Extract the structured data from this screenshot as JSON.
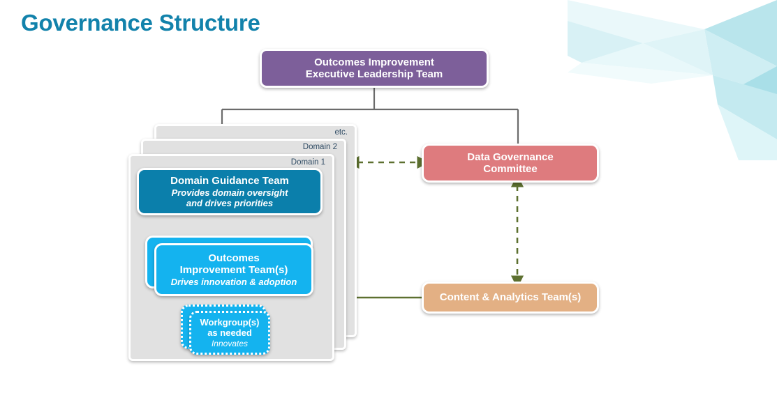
{
  "page": {
    "title": "Governance Structure",
    "title_color": "#1282ab",
    "background_color": "#ffffff"
  },
  "decor": {
    "name": "triangular-background-pattern",
    "colors": [
      "#ffffff",
      "#d6f0f3",
      "#b3e4ea",
      "#e9f7f9",
      "#c7eaf0"
    ]
  },
  "nodes": {
    "exec_team": {
      "line1": "Outcomes Improvement",
      "line2": "Executive Leadership Team",
      "color": "#7d5f9a"
    },
    "data_governance": {
      "line1": "Data Governance",
      "line2": "Committee",
      "color": "#de7b7e"
    },
    "content_analytics": {
      "label": "Content & Analytics Team(s)",
      "color": "#e3b084"
    },
    "domain_guidance": {
      "title": "Domain Guidance Team",
      "sub_line1": "Provides domain oversight",
      "sub_line2": "and drives priorities",
      "color": "#0b7fab"
    },
    "outcomes_improvement": {
      "line1": "Outcomes",
      "line2": "Improvement Team(s)",
      "sub": "Drives innovation & adoption",
      "color": "#14b3ef"
    },
    "workgroups": {
      "line1": "Workgroup(s)",
      "line2": "as needed",
      "sub": "Innovates",
      "color": "#14b3ef"
    }
  },
  "domain_cards": [
    {
      "label": "etc.",
      "color": "#e1e1e1"
    },
    {
      "label": "Domain 2",
      "color": "#e1e1e1"
    },
    {
      "label": "Domain 1",
      "color": "#e1e1e1"
    }
  ],
  "connectors": {
    "tree_color": "#6b6b6b",
    "relation_color": "#5d7030",
    "links": [
      {
        "name": "exec-to-domains",
        "style": "solid",
        "arrows": "none"
      },
      {
        "name": "exec-to-data-governance",
        "style": "solid",
        "arrows": "none"
      },
      {
        "name": "domain-to-data-governance",
        "style": "dashed",
        "arrows": "both"
      },
      {
        "name": "data-governance-to-content-analytics",
        "style": "dashed",
        "arrows": "both"
      },
      {
        "name": "outcomes-team-to-content-analytics",
        "style": "solid",
        "arrows": "none"
      },
      {
        "name": "guidance-to-outcomes",
        "style": "solid",
        "arrows": "none"
      },
      {
        "name": "outcomes-to-workgroups",
        "style": "solid",
        "arrows": "none"
      }
    ]
  }
}
